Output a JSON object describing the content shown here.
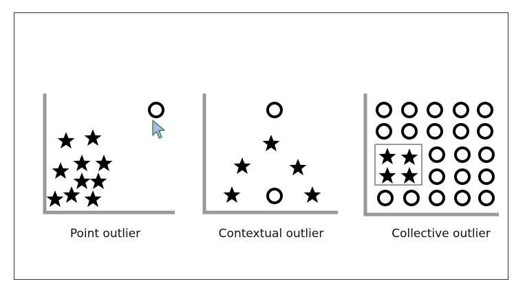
{
  "panels": [
    {
      "caption": "Point outlier"
    },
    {
      "caption": "Contextual outlier"
    },
    {
      "caption": "Collective outlier"
    }
  ],
  "colors": {
    "axis": "#999999",
    "marker": "#000000",
    "highlight_box": "#999999",
    "cursor_fill": "#a9b9e8",
    "cursor_stroke": "#3e7a4f",
    "frame": "#333333"
  },
  "icons": {
    "marker_star": "star-icon",
    "marker_circle": "circle-icon",
    "cursor": "mouse-pointer-icon"
  }
}
